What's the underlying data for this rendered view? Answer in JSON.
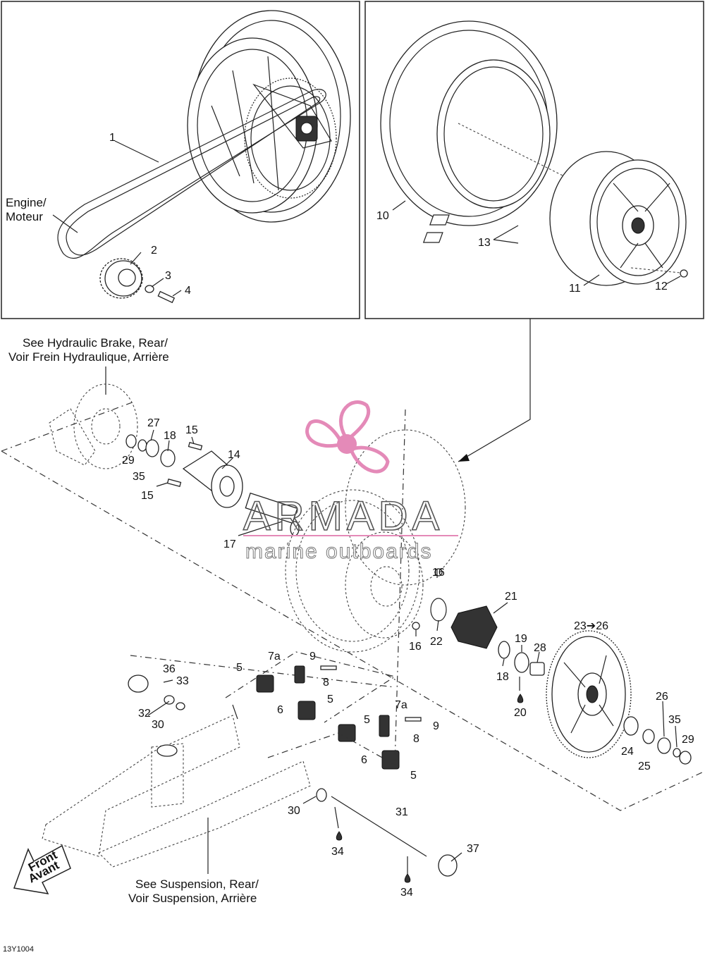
{
  "labels": {
    "l1": "1",
    "l2": "2",
    "l3": "3",
    "l4": "4",
    "l5a": "5",
    "l5b": "5",
    "l5c": "5",
    "l5d": "5",
    "l6a": "6",
    "l6b": "6",
    "l7a1": "7a",
    "l7a2": "7a",
    "l8a": "8",
    "l8b": "8",
    "l9a": "9",
    "l9b": "9",
    "l10": "10",
    "l11": "11",
    "l12": "12",
    "l13": "13",
    "l14": "14",
    "l15a": "15",
    "l15b": "15",
    "l16a": "16",
    "l16b": "16",
    "l17": "17",
    "l18a": "18",
    "l18b": "18",
    "l19": "19",
    "l20": "20",
    "l21": "21",
    "l22": "22",
    "l2326": "23➔26",
    "l24": "24",
    "l25": "25",
    "l26": "26",
    "l27": "27",
    "l28": "28",
    "l29a": "29",
    "l29b": "29",
    "l30a": "30",
    "l30b": "30",
    "l31": "31",
    "l32": "32",
    "l33": "33",
    "l34a": "34",
    "l34b": "34",
    "l35a": "35",
    "l35b": "35",
    "l36": "36",
    "l37": "37"
  },
  "notes": {
    "engine_1": "Engine/",
    "engine_2": "Moteur",
    "brake_1": "See Hydraulic Brake, Rear/",
    "brake_2": "Voir Frein Hydraulique, Arrière",
    "susp_1": "See Suspension, Rear/",
    "susp_2": "Voir Suspension, Arrière",
    "front_1": "Front",
    "front_2": "Avant",
    "figure_id": "13Y1004"
  },
  "watermark": {
    "title": "ARMADA",
    "subtitle": "marine outboards",
    "color": "#e48ab8"
  }
}
